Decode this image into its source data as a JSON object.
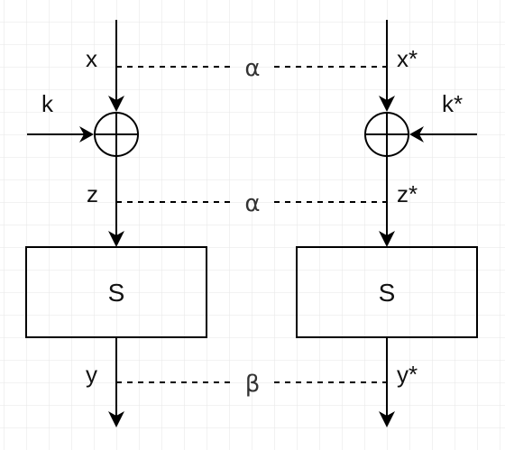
{
  "diagram": {
    "left": {
      "input_label": "x",
      "key_label": "k",
      "mid_label": "z",
      "sbox_label": "S",
      "output_label": "y"
    },
    "right": {
      "input_label": "x*",
      "key_label": "k*",
      "mid_label": "z*",
      "sbox_label": "S",
      "output_label": "y*"
    },
    "differences": {
      "input": "α",
      "middle": "α",
      "output": "β"
    }
  },
  "colors": {
    "grid": "#e6e6e6",
    "stroke": "#000000",
    "text": "#111111",
    "difference_text": "#333333"
  }
}
